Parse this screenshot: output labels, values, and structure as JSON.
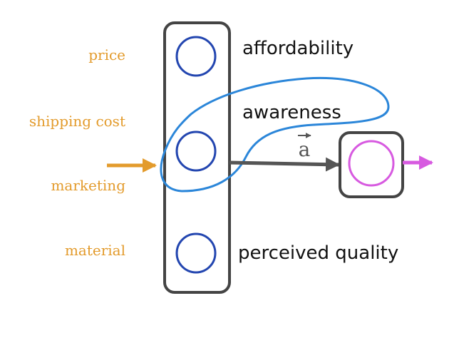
{
  "inputs": [
    "price",
    "shipping cost",
    "marketing",
    "material"
  ],
  "hidden_units": [
    "affordability",
    "awareness",
    "perceived quality"
  ],
  "activation_label": "a",
  "colors": {
    "input": "#E39B2C",
    "hidden": "#2346B0",
    "output": "#D75AE0",
    "box": "#444444",
    "annotation": "#2B86D9"
  }
}
